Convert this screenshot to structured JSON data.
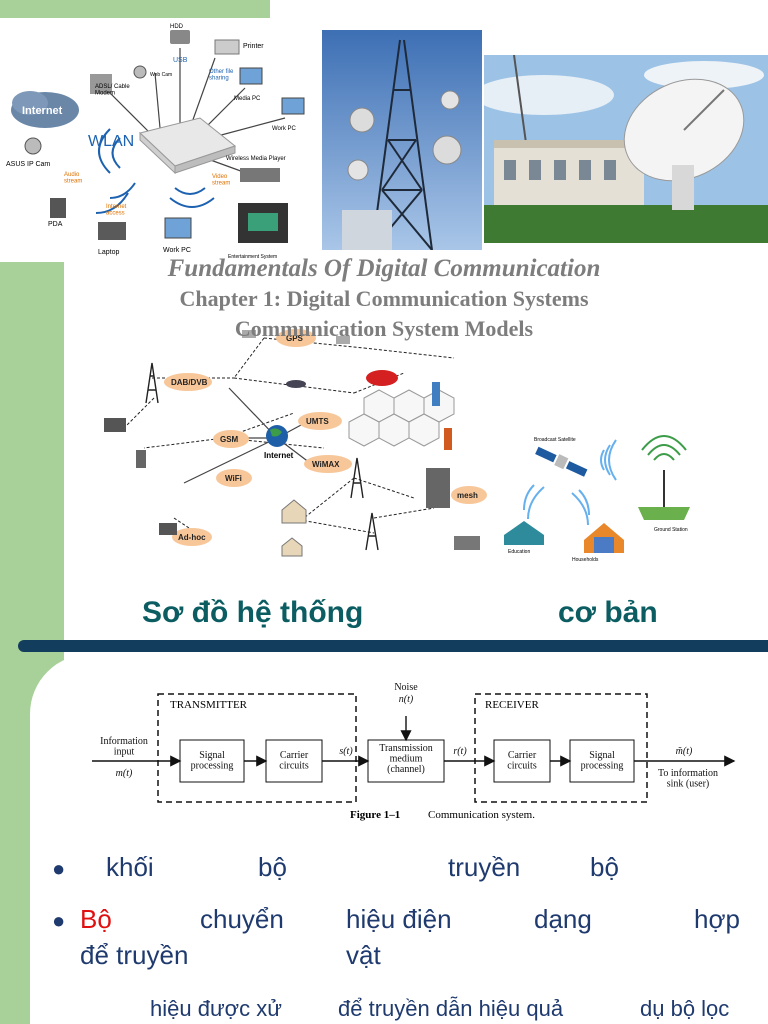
{
  "title": {
    "line1": "Fundamentals Of Digital Communication",
    "line2": "Chapter 1: Digital Communication Systems",
    "line3": "Communication System Models"
  },
  "network_labels": {
    "internet": "Internet",
    "wlan": "WLAN",
    "hdd": "HDD",
    "usb": "USB",
    "printer": "Printer",
    "adsl": "ADSL/ Cable\nModem",
    "other_file": "Other file\nsharing",
    "media_pc": "Media PC",
    "work_pc": "Work PC",
    "asus_cam": "ASUS IP Cam",
    "audio": "Audio\nstream",
    "video": "Video\nstream",
    "internet_access": "Internet\naccess",
    "wireless_player": "Wireless Media Player",
    "pda": "PDA",
    "laptop": "Laptop",
    "work_pc2": "Work PC",
    "entertainment": "Entertainment System",
    "web_cam": "Web Cam"
  },
  "tech_labels": {
    "gps": "GPS",
    "dab": "DAB/DVB",
    "umts": "UMTS",
    "gsm": "GSM",
    "internet": "Internet",
    "wimax": "WiMAX",
    "wifi": "WiFi",
    "mesh": "mesh",
    "adhoc": "Ad-hoc"
  },
  "satellite_labels": {
    "broadcast": "Broadcast Satellite",
    "station": "Ground Station",
    "edu": "Education",
    "house": "Households"
  },
  "heading": {
    "part1": "Sơ đồ hệ thống",
    "part2": "cơ bản"
  },
  "diagram": {
    "transmitter": "TRANSMITTER",
    "receiver": "RECEIVER",
    "noise": "Noise",
    "noise_sym": "n(t)",
    "info_input": "Information\ninput",
    "mt": "m(t)",
    "signal_processing": "Signal\nprocessing",
    "carrier_circuits": "Carrier\ncircuits",
    "st": "s(t)",
    "medium": "Transmission\nmedium\n(channel)",
    "rt": "r(t)",
    "carrier_circuits2": "Carrier\ncircuits",
    "signal_processing2": "Signal\nprocessing",
    "mhat": "m̃(t)",
    "sink": "To information\nsink (user)",
    "caption_fig": "Figure 1–1",
    "caption_text": "Communication system."
  },
  "bullets": {
    "b1": [
      "khối",
      "bộ",
      "truyền",
      "bộ"
    ],
    "b2_red": "Bộ",
    "b2": [
      "chuyển",
      "hiệu điện",
      "dạng",
      "hợp"
    ],
    "b2_line2": [
      "để truyền",
      "vật"
    ],
    "b3": [
      "hiệu được xử",
      "để truyền dẫn hiệu quả",
      "dụ bộ lọc"
    ]
  },
  "colors": {
    "green": "#a8d19a",
    "heading": "#0b5d62",
    "divider": "#133d5c",
    "bullet_text": "#1f3a6e",
    "highlight": "#e01010"
  }
}
